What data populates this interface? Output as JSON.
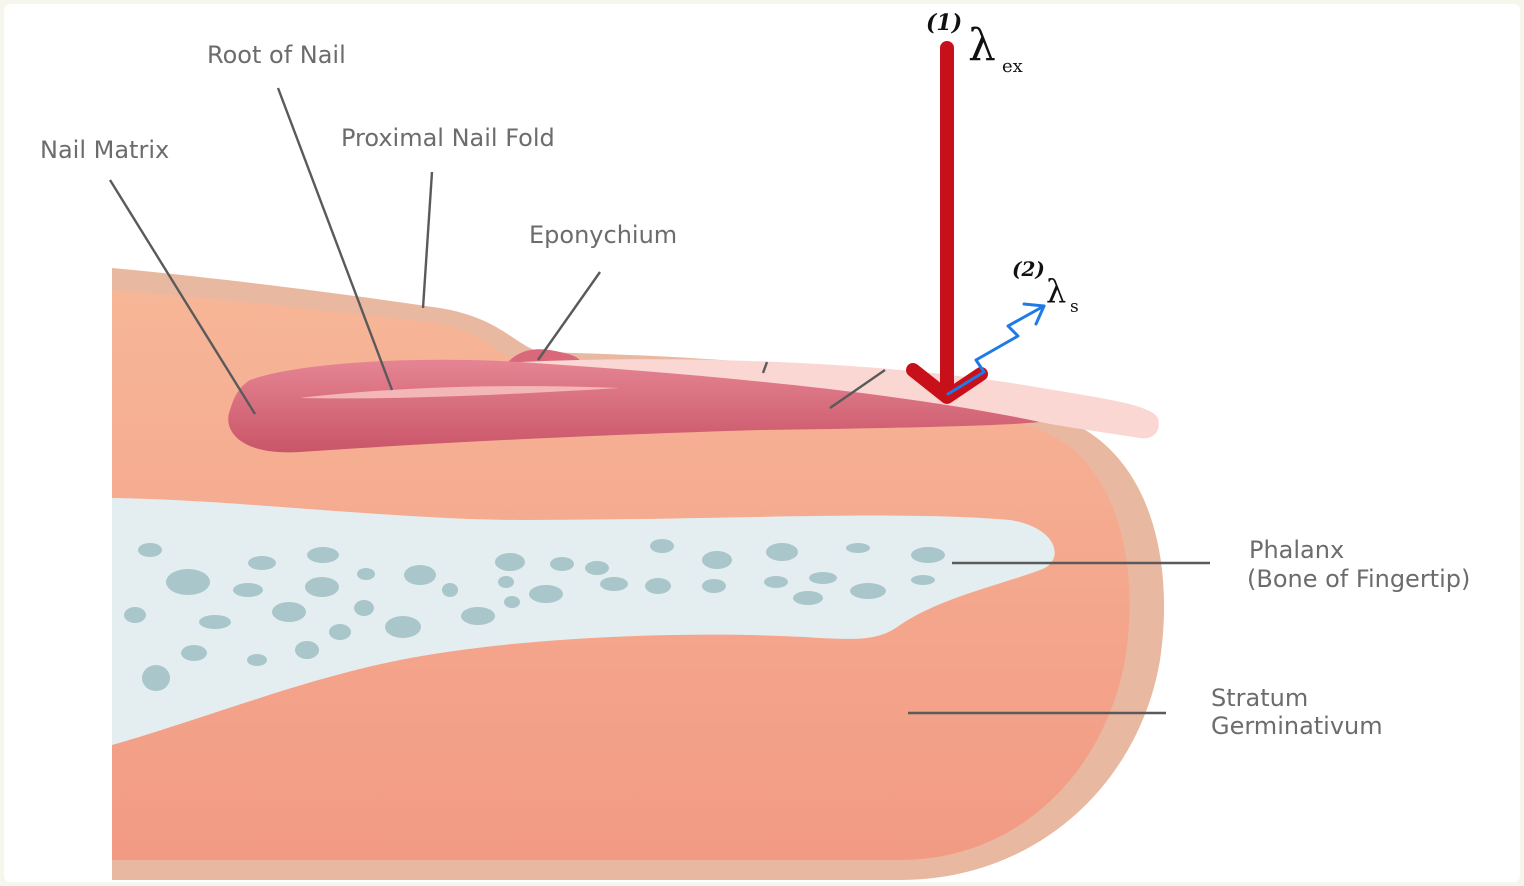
{
  "labels": {
    "root_of_nail": "Root of Nail",
    "nail_matrix": "Nail Matrix",
    "proximal_nail_fold": "Proximal Nail Fold",
    "eponychium": "Eponychium",
    "phalanx_line1": "Phalanx",
    "phalanx_line2": "(Bone of Fingertip)",
    "stratum_line1": "Stratum",
    "stratum_line2": "Germinativum"
  },
  "annotations": {
    "step1": "(1)",
    "lambda_ex_symbol": "λ",
    "lambda_ex_sub": "ex",
    "step2": "(2)",
    "lambda_s_symbol": "λ",
    "lambda_s_sub": "s"
  },
  "colors": {
    "skin_outer": "#e9b8a0",
    "skin": "#f4a48a",
    "skin_light": "#f7b295",
    "bone": "#e4eef0",
    "bone_spots": "#a9c6cb",
    "nail_bed": "#d9697a",
    "nail_plate": "#fbd7d4",
    "excitation_arrow": "#c8101a",
    "emission_arrow": "#1e7be6",
    "leader_line": "#5a5a5a"
  }
}
